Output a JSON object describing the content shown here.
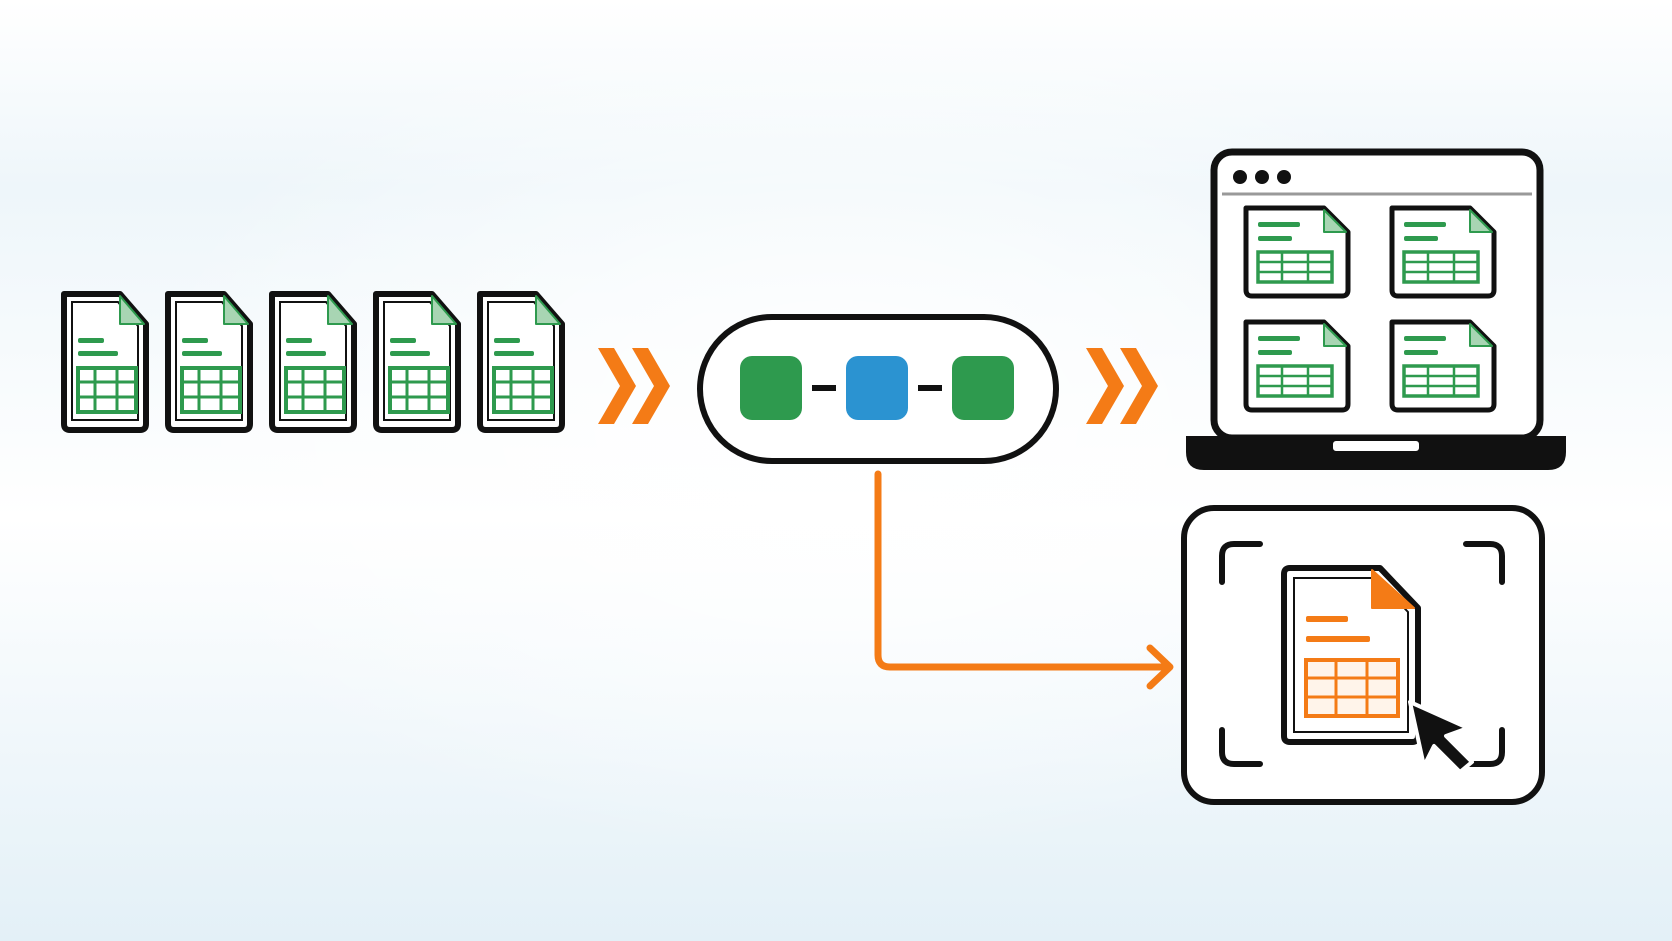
{
  "diagram": {
    "nodes": [
      {
        "id": "source-spreadsheets",
        "kind": "spreadsheet-stack",
        "count": 5
      },
      {
        "id": "processing-pipeline",
        "kind": "pipeline",
        "steps": [
          "green",
          "blue",
          "green"
        ]
      },
      {
        "id": "laptop-grid-output",
        "kind": "laptop",
        "tiles": 4
      },
      {
        "id": "selected-file-output",
        "kind": "focus-file"
      }
    ],
    "edges": [
      {
        "from": "source-spreadsheets",
        "to": "processing-pipeline",
        "style": "double-chevron"
      },
      {
        "from": "processing-pipeline",
        "to": "laptop-grid-output",
        "style": "double-chevron"
      },
      {
        "from": "processing-pipeline",
        "to": "selected-file-output",
        "style": "elbow-arrow"
      }
    ]
  },
  "icons": {
    "source_file": "spreadsheet-file-icon",
    "laptop": "laptop-icon",
    "cursor": "mouse-pointer-icon",
    "focus_file": "highlighted-spreadsheet-icon"
  },
  "colors": {
    "green": "#2e9a4e",
    "green_light": "#a8d5b3",
    "blue": "#2b93d1",
    "orange": "#f47b16",
    "orange_fill": "#fbe0c8",
    "outline": "#111111"
  }
}
